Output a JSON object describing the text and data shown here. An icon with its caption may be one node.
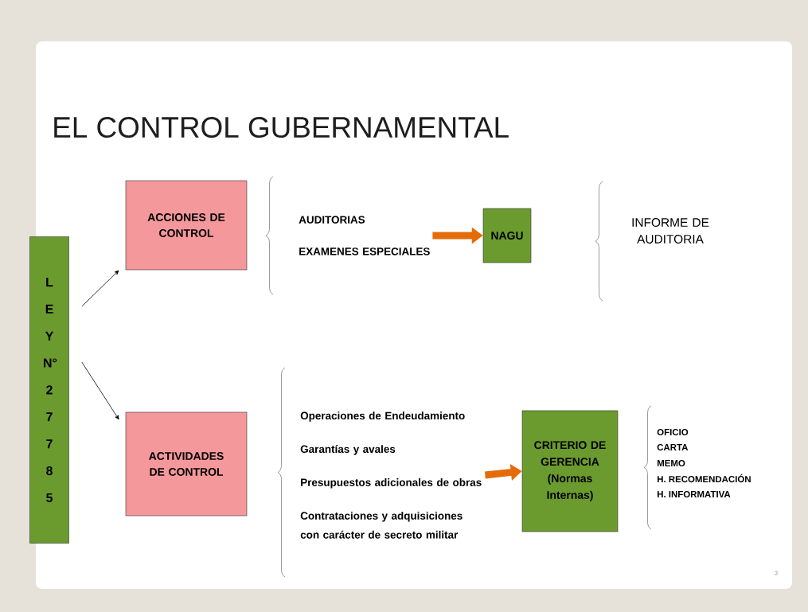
{
  "diagram": {
    "title": "EL CONTROL GUBERNAMENTAL",
    "nodes": [
      {
        "text": [
          "L E Y N° 2 7 7 8 5"
        ]
      },
      {
        "text": [
          "ACCIONES DE CONTROL"
        ]
      },
      {
        "text": [
          "AUDITORIAS",
          "EXAMENES ESPECIALES"
        ]
      },
      {
        "text": [
          "NAGU"
        ]
      },
      {
        "text": [
          "ACTIVIDADES DE CONTROL"
        ]
      },
      {
        "text": [
          "Operaciones de Endeudamiento",
          "Garantías y avales",
          "Presupuestos adicionales de obras",
          "Contrataciones y adquisiciones con carácter de secreto militar"
        ]
      },
      {
        "text": [
          "CRITERIO DE GERENCIA (Normas Internas)"
        ]
      }
    ],
    "edges": [
      {
        "from": 0,
        "to": 1,
        "arrow": "to"
      },
      {
        "from": 0,
        "to": 4,
        "arrow": "to"
      },
      {
        "from": 2,
        "to": 3,
        "arrow": "to",
        "style": "thick",
        "color": "#e46c0a"
      },
      {
        "from": 5,
        "to": 6,
        "arrow": "to",
        "style": "thick",
        "color": "#e46c0a"
      }
    ],
    "labels": [
      "INFORME DE AUDITORIA",
      "OFICIO",
      "CARTA",
      "MEMO",
      "H. RECOMENDACIÓN",
      "H. INFORMATIVA",
      "3"
    ]
  }
}
